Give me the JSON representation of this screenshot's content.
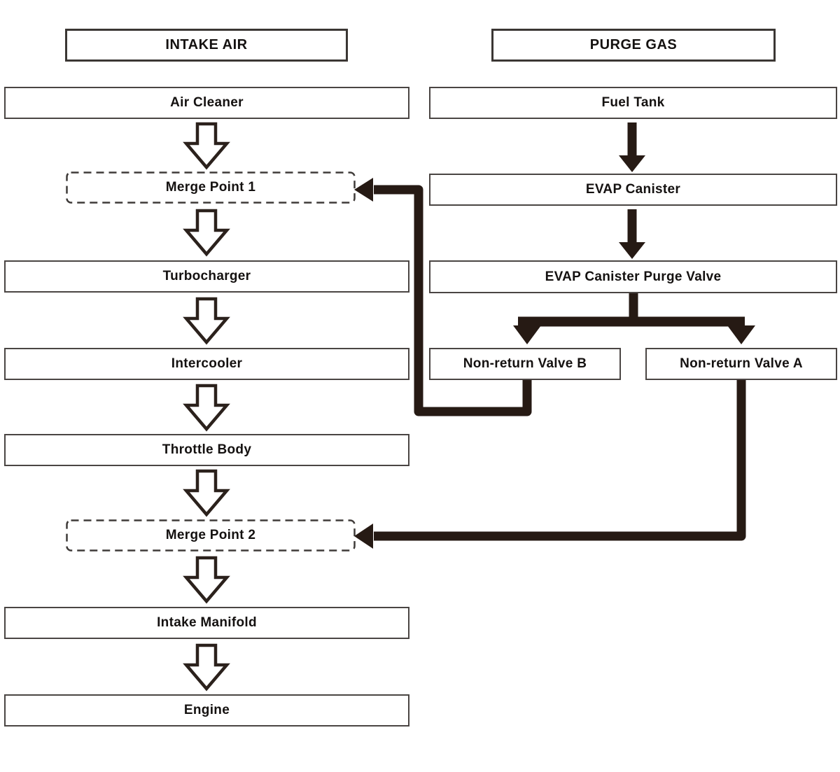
{
  "title": "Intake air and purge gas flow diagram",
  "colors": {
    "line": "#261a14",
    "hollow-stroke": "#2b211c",
    "box-border": "#4a4543",
    "header-border": "#3b3734",
    "dash-border": "#3f3b39",
    "text": "#141110",
    "bg": "#ffffff"
  },
  "columns": {
    "intake": {
      "header": "INTAKE AIR"
    },
    "purge": {
      "header": "PURGE GAS"
    }
  },
  "boxes": {
    "air_cleaner": "Air Cleaner",
    "merge_point_1": "Merge Point 1",
    "turbocharger": "Turbocharger",
    "intercooler": "Intercooler",
    "throttle_body": "Throttle Body",
    "merge_point_2": "Merge Point 2",
    "intake_manifold": "Intake Manifold",
    "engine": "Engine",
    "fuel_tank": "Fuel Tank",
    "evap_canister": "EVAP Canister",
    "evap_canister_purge_valve": "EVAP Canister Purge Valve",
    "non_return_valve_b": "Non-return Valve B",
    "non_return_valve_a": "Non-return Valve A"
  },
  "edges": [
    {
      "from": "Air Cleaner",
      "to": "Merge Point 1",
      "style": "hollow-block-arrow"
    },
    {
      "from": "Merge Point 1",
      "to": "Turbocharger",
      "style": "hollow-block-arrow"
    },
    {
      "from": "Turbocharger",
      "to": "Intercooler",
      "style": "hollow-block-arrow"
    },
    {
      "from": "Intercooler",
      "to": "Throttle Body",
      "style": "hollow-block-arrow"
    },
    {
      "from": "Throttle Body",
      "to": "Merge Point 2",
      "style": "hollow-block-arrow"
    },
    {
      "from": "Merge Point 2",
      "to": "Intake Manifold",
      "style": "hollow-block-arrow"
    },
    {
      "from": "Intake Manifold",
      "to": "Engine",
      "style": "hollow-block-arrow"
    },
    {
      "from": "Fuel Tank",
      "to": "EVAP Canister",
      "style": "solid-arrow"
    },
    {
      "from": "EVAP Canister",
      "to": "EVAP Canister Purge Valve",
      "style": "solid-arrow"
    },
    {
      "from": "EVAP Canister Purge Valve",
      "to": "Non-return Valve B",
      "style": "solid-arrow"
    },
    {
      "from": "EVAP Canister Purge Valve",
      "to": "Non-return Valve A",
      "style": "solid-arrow"
    },
    {
      "from": "Non-return Valve B",
      "to": "Merge Point 1",
      "style": "solid-arrow"
    },
    {
      "from": "Non-return Valve A",
      "to": "Merge Point 2",
      "style": "solid-arrow"
    }
  ]
}
